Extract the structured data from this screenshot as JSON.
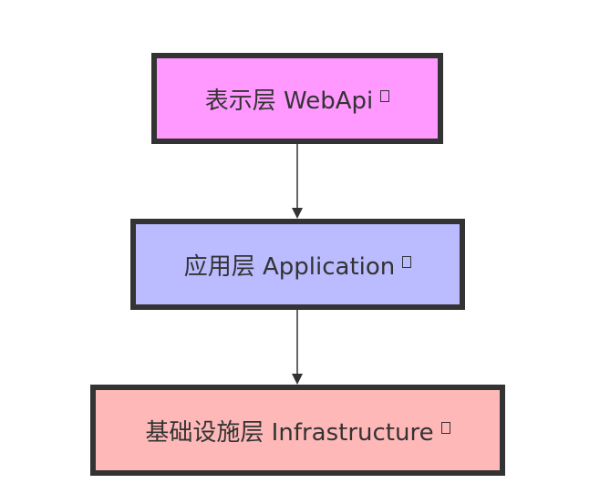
{
  "diagram": {
    "nodes": [
      {
        "id": "webapi",
        "label": "表示层 WebApi",
        "fill": "#ff99ff"
      },
      {
        "id": "application",
        "label": "应用层 Application",
        "fill": "#bbbbff"
      },
      {
        "id": "infrastructure",
        "label": "基础设施层 Infrastructure",
        "fill": "#ffb8b8"
      }
    ],
    "edges": [
      {
        "from": "webapi",
        "to": "application"
      },
      {
        "from": "application",
        "to": "infrastructure"
      }
    ],
    "border_color": "#333333",
    "edge_color": "#333333"
  }
}
